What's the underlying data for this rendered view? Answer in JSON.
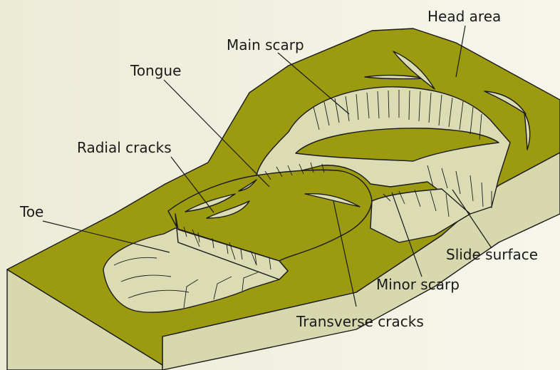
{
  "labels": {
    "head_area": "Head area",
    "main_scarp": "Main scarp",
    "tongue": "Tongue",
    "radial_cracks": "Radial cracks",
    "toe": "Toe",
    "slide_surface": "Slide surface",
    "minor_scarp": "Minor scarp",
    "transverse_cracks": "Transverse cracks"
  },
  "colors": {
    "background": "#f3f1e4",
    "ground_surface": "#9c9a0e",
    "exposed_earth": "#dcdcb4",
    "block_side": "#d7d8ad",
    "outline": "#1a1a1a"
  }
}
